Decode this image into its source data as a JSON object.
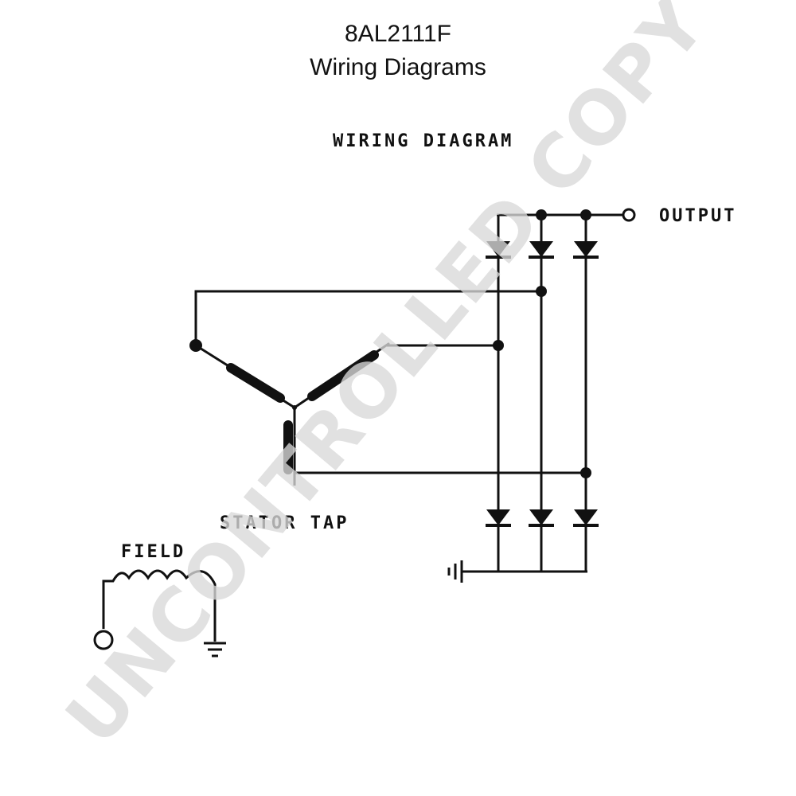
{
  "document": {
    "part_number": "8AL2111F",
    "subtitle": "Wiring Diagrams"
  },
  "diagram": {
    "heading": "WIRING DIAGRAM",
    "labels": {
      "output": "OUTPUT",
      "stator_tap": "STATOR TAP",
      "field": "FIELD"
    },
    "components": {
      "positive_diodes": 3,
      "negative_diodes": 3,
      "stator_windings": 3,
      "field_coil_loops": 4
    }
  },
  "watermark": {
    "text": "UNCONTROLLED COPY",
    "color": "#d9d9d9"
  }
}
